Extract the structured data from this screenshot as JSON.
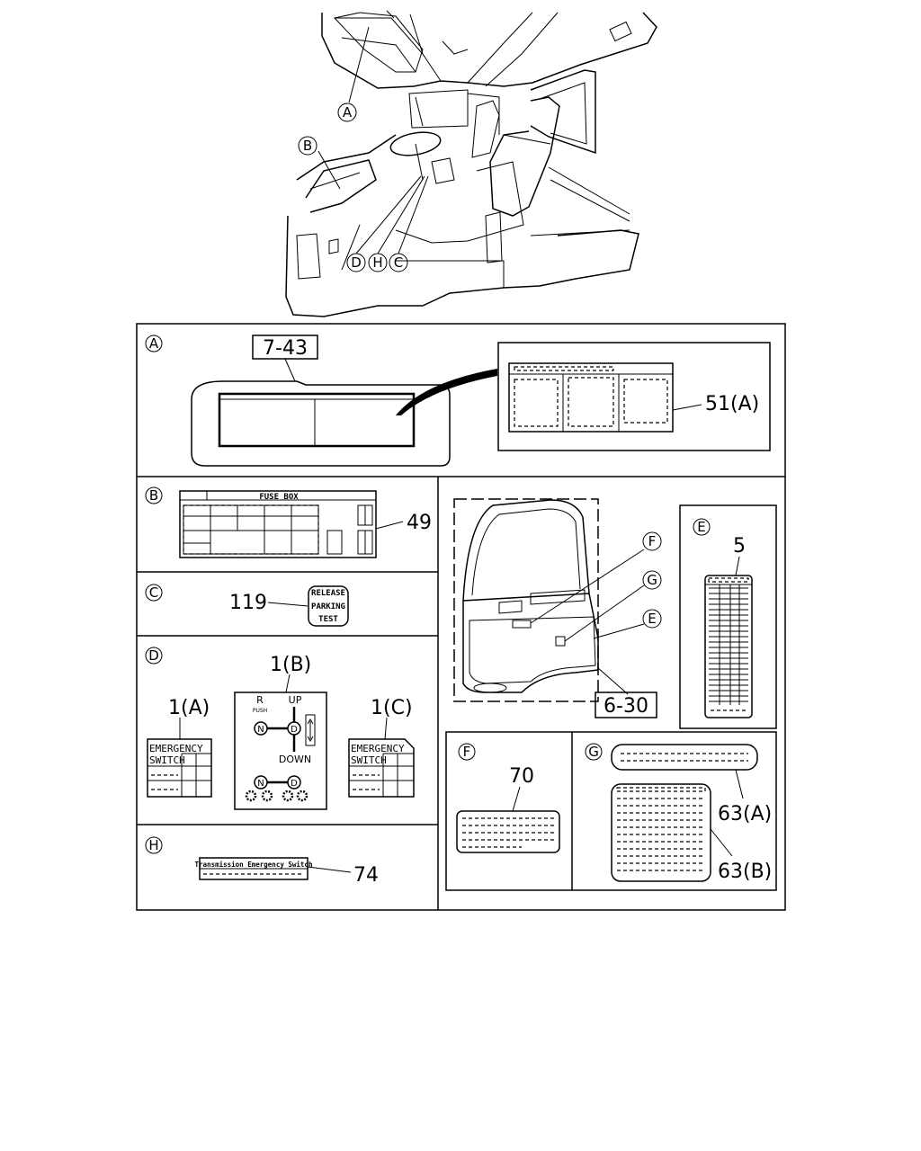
{
  "callouts": {
    "A": "A",
    "B": "B",
    "C": "C",
    "D": "D",
    "E": "E",
    "F": "F",
    "G": "G",
    "H": "H"
  },
  "part_numbers": {
    "visor_ref": "7-43",
    "visor_label": "51(A)",
    "fuse_box": "49",
    "parking_brake": "119",
    "emergency_switch_a": "1(A)",
    "emergency_switch_b": "1(B)",
    "emergency_switch_c": "1(C)",
    "transmission_switch": "74",
    "door_ref": "6-30",
    "door_label_e": "5",
    "door_label_f": "70",
    "door_label_g_a": "63(A)",
    "door_label_g_b": "63(B)"
  },
  "label_text": {
    "fuse_box": "FUSE BOX",
    "parking": [
      "RELEASE",
      "PARKING",
      "TEST"
    ],
    "emergency": [
      "EMERGENCY",
      "SWITCH"
    ],
    "shift": {
      "r": "R",
      "push": "PUSH",
      "up": "UP",
      "down": "DOWN",
      "n": "N",
      "d": "D"
    },
    "transmission": "Transmission Emergency Switch"
  },
  "colors": {
    "line": "#000000",
    "background": "#ffffff"
  }
}
